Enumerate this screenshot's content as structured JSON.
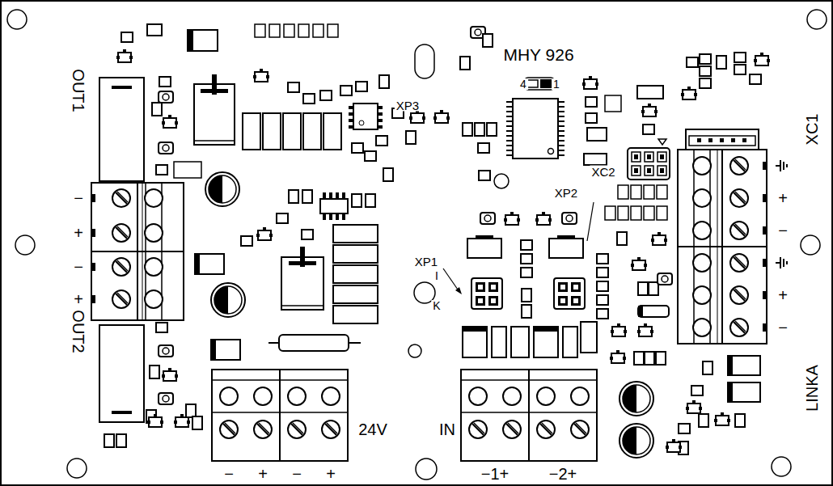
{
  "diagram": {
    "labels": [
      "OUT1",
      "−",
      "+",
      "−",
      "+",
      "OUT2",
      "24V",
      "−",
      "+",
      "−",
      "+",
      "IN",
      "−1+",
      "−2+",
      "MHY 926",
      "4",
      "1",
      "XP3",
      "XC2",
      "XP2",
      "XP1",
      "I",
      "K",
      "XC1",
      "+",
      "−",
      "+",
      "−",
      "LINKA"
    ]
  }
}
